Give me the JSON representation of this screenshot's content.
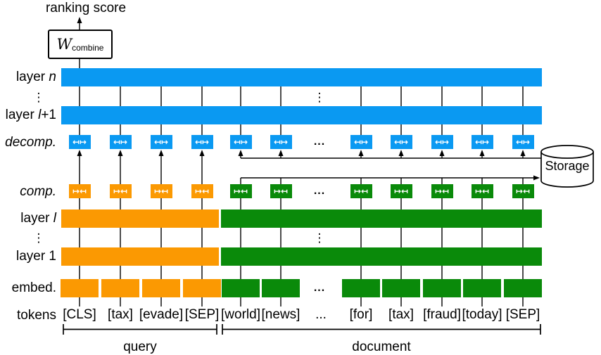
{
  "figure": {
    "ranking_score": "ranking score",
    "w_combine": {
      "main": "W",
      "sub": "combine"
    },
    "storage": "Storage",
    "colors": {
      "blue": "#0a99f2",
      "orange": "#fb9902",
      "green": "#0a8a0a",
      "line": "#000000"
    },
    "glyphs": {
      "decomp": "↤↦",
      "comp": "↦↤"
    },
    "dots_vertical": "⋮",
    "dots_horizontal": "...",
    "side_labels": {
      "layer_n": {
        "prefix": "layer ",
        "variable": "n",
        "suffix": ""
      },
      "layer_l_plus1": {
        "prefix": "layer ",
        "variable": "l",
        "suffix": "+1"
      },
      "decomp": {
        "text": "decomp."
      },
      "comp": {
        "text": "comp."
      },
      "layer_l": {
        "prefix": "layer ",
        "variable": "l",
        "suffix": ""
      },
      "layer_1": {
        "prefix": "layer 1",
        "variable": "",
        "suffix": ""
      },
      "embed": {
        "text": "embed."
      },
      "tokens": {
        "text": "tokens"
      }
    },
    "query": {
      "label": "query",
      "tokens": [
        "[CLS]",
        "[tax]",
        "[evade]",
        "[SEP]"
      ]
    },
    "document": {
      "label": "document",
      "tokens": [
        "[world]",
        "[news]",
        "...",
        "[for]",
        "[tax]",
        "[fraud]",
        "[today]",
        "[SEP]"
      ],
      "ellipsis_index": 2
    }
  }
}
